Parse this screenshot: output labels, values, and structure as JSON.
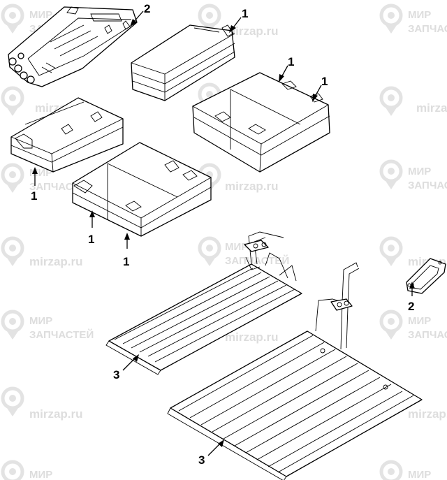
{
  "watermark": {
    "lines": [
      "МИР",
      "ЗАПЧАСТЕЙ"
    ],
    "site": "mirzap.ru",
    "color": "#dddddd"
  },
  "callouts": [
    {
      "id": "c2-top",
      "label": "2"
    },
    {
      "id": "c1-a",
      "label": "1"
    },
    {
      "id": "c1-b",
      "label": "1"
    },
    {
      "id": "c1-c",
      "label": "1"
    },
    {
      "id": "c1-d",
      "label": "1"
    },
    {
      "id": "c1-e",
      "label": "1"
    },
    {
      "id": "c1-f",
      "label": "1"
    },
    {
      "id": "c2-gasket",
      "label": "2"
    },
    {
      "id": "c3-upper",
      "label": "3"
    },
    {
      "id": "c3-lower",
      "label": "3"
    }
  ]
}
